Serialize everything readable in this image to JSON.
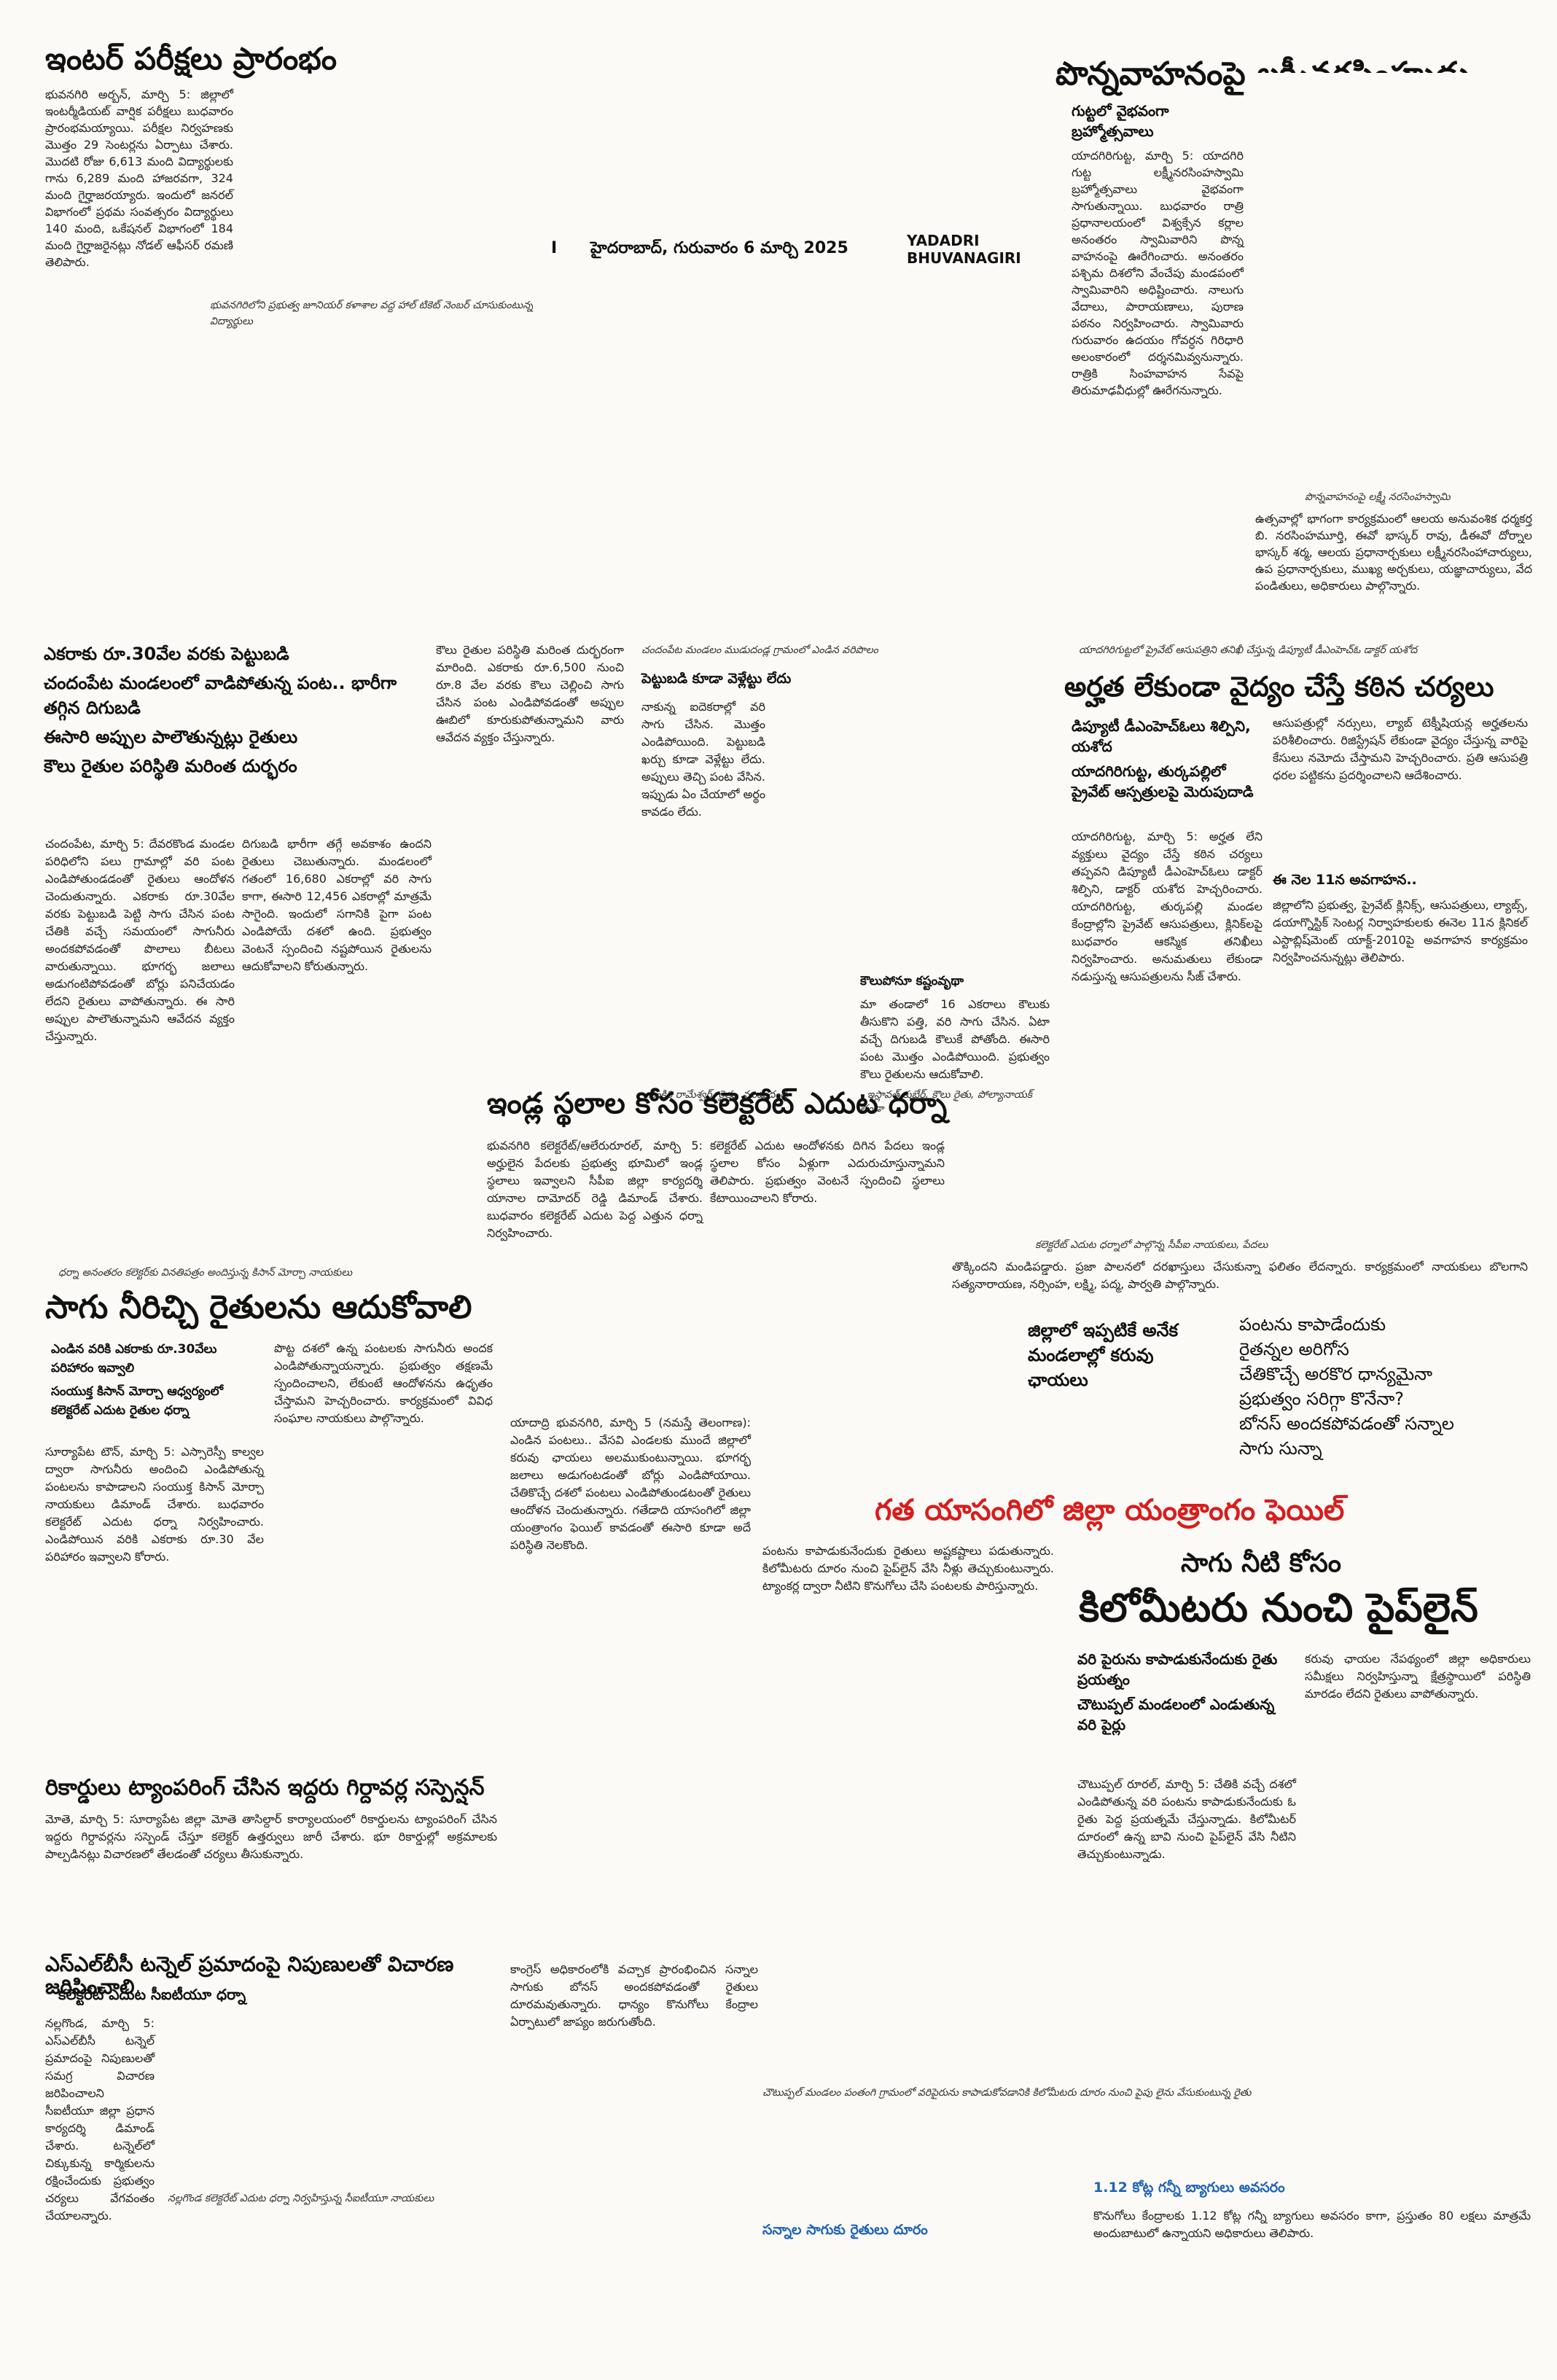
{
  "masthead": {
    "date_line": "హైదరాబాద్, గురువారం 6 మార్చి 2025",
    "district": "YADADRI BHUVANAGIRI",
    "page_marker": "I"
  },
  "inter": {
    "headline": "ఇంటర్ పరీక్షలు ప్రారంభం",
    "body": [
      "భువనగిరి అర్బన్, మార్చి 5: జిల్లాలో ఇంటర్మీడియట్ వార్షిక పరీక్షలు బుధవారం ప్రారంభమయ్యాయి. పరీక్షల నిర్వహణకు మొత్తం 29 సెంటర్లను ఏర్పాటు చేశారు. మొదటి రోజు 6,613 మంది విద్యార్థులకు గాను 6,289 మంది హాజరవగా, 324 మంది గైర్హాజరయ్యారు. ఇందులో జనరల్ విభాగంలో ప్రథమ సంవత్సరం విద్యార్థులు 140 మంది, ఒకేషనల్ విభాగంలో 184 మంది గైర్హాజరైనట్లు నోడల్ ఆఫీసర్ రమణి తెలిపారు."
    ],
    "caption": "భువనగిరిలోని ప్రభుత్వ జూనియర్ కళాశాల వద్ద హాల్ టికెట్ నెంబర్ చూసుకుంటున్న విద్యార్థులు"
  },
  "lakshmi": {
    "headline": "పొన్నవాహనంపై లక్ష్మీనరసింహుడు",
    "bullets": [
      "గుట్టలో వైభవంగా బ్రహ్మోత్సవాలు"
    ],
    "body_left": "యాదగిరిగుట్ట, మార్చి 5: యాదగిరి గుట్ట లక్ష్మీనరసింహస్వామి బ్రహ్మోత్సవాలు వైభవంగా సాగుతున్నాయి. బుధవారం రాత్రి ప్రధానాలయంలో విశ్వక్సేన కర్లాల అనంతరం స్వామివారిని పొన్న వాహనంపై ఊరేగించారు. అనంతరం పశ్చిమ దిశలోని వేంచేపు మండపంలో స్వామివారిని అధిష్టించారు. నాలుగు వేదాలు, పారాయణాలు, పురాణ పఠనం నిర్వహించారు. స్వామివారు గురువారం ఉదయం గోవర్ధన గిరిధారి అలంకారంలో దర్శనమివ్వనున్నారు. రాత్రికి సింహవాహన సేవపై తిరుమాఢవీధుల్లో ఊరేగనున్నారు.",
    "caption": "పొన్నవాహనంపై లక్ష్మీ నరసింహస్వామి",
    "body_right": "ఉత్సవాల్లో భాగంగా కార్యక్రమంలో ఆలయ అనువంశిక ధర్మకర్త బి. నరసింహమూర్తి, ఈవో భాస్కర్ రావు, డీఈవో దోర్నాల భాస్కర్ శర్మ, ఆలయ ప్రధానార్చకులు లక్ష్మీనరసింహాచార్యులు, ఉప ప్రధానార్చకులు, ముఖ్య అర్చకులు, యజ్ఞాచార్యులు, వేద పండితులు, అధికారులు పాల్గొన్నారు."
  },
  "farmers": {
    "bullets": [
      "ఎకరాకు రూ.30వేల వరకు పెట్టుబడి",
      "చందంపేట మండలంలో వాడిపోతున్న పంట.. భారీగా తగ్గిన దిగుబడి",
      "ఈసారి అప్పుల పాలౌతున్నట్లు రైతులు",
      "కౌలు రైతుల పరిస్థితి మరింత దుర్భరం"
    ],
    "body_a": "చందంపేట, మార్చి 5: దేవరకొండ మండల పరిధిలోని పలు గ్రామాల్లో వరి పంట ఎండిపోతుండడంతో రైతులు ఆందోళన చెందుతున్నారు. ఎకరాకు రూ.30వేల వరకు పెట్టుబడి పెట్టి సాగు చేసిన పంట చేతికి వచ్చే సమయంలో సాగునీరు అందకపోవడంతో పొలాలు బీటలు వారుతున్నాయి. భూగర్భ జలాలు అడుగంటిపోవడంతో బోర్లు పనిచేయడం లేదని రైతులు వాపోతున్నారు. ఈ సారి అప్పుల పాలౌతున్నామని ఆవేదన వ్యక్తం చేస్తున్నారు.",
    "body_b": "దిగుబడి భారీగా తగ్గే అవకాశం ఉందని రైతులు చెబుతున్నారు. మండలంలో గతంలో 16,680 ఎకరాల్లో వరి సాగు కాగా, ఈసారి 12,456 ఎకరాల్లో మాత్రమే సాగైంది. ఇందులో సగానికి పైగా పంట ఎండిపోయే దశలో ఉంది. ప్రభుత్వం వెంటనే స్పందించి నష్టపోయిన రైతులను ఆదుకోవాలని కోరుతున్నారు.",
    "body_c": "కౌలు రైతుల పరిస్థితి మరింత దుర్భరంగా మారింది. ఎకరాకు రూ.6,500 నుంచి రూ.8 వేల వరకు కౌలు చెల్లించి సాగు చేసిన పంట ఎండిపోవడంతో అప్పుల ఊబిలో కూరుకుపోతున్నామని వారు ఆవేదన వ్యక్తం చేస్తున్నారు.",
    "photo_caption": "చందంపేట మండలం ముడుదండ్ల గ్రామంలో ఎండిన వరిపొలం",
    "side_title": "పెట్టుబడి కూడా వెళ్లేట్టు లేదు",
    "side_body": "నాకున్న ఐదెకరాల్లో వరి సాగు చేసిన. మొత్తం ఎండిపోయింది. పెట్టుబడి ఖర్చు కూడా వెళ్లేట్టు లేదు. అప్పులు తెచ్చి పంట వేసిన. ఇప్పుడు ఏం చేయాలో అర్థం కావడం లేదు.",
    "side_caption": "- వంకిరి రామేశ్వర్, రైతు, ముడుదండ్ల",
    "side2_title": "కౌలుపోనూ కష్టంవృథా",
    "side2_body": "మా తండాలో 16 ఎకరాలు కౌలుకు తీసుకొని పత్తి, వరి సాగు చేసిన. ఏటా వచ్చే దిగుబడి కౌలుకే పోతోంది. ఈసారి పంట మొత్తం ఎండిపోయింది. ప్రభుత్వం కౌలు రైతులను ఆదుకోవాలి.",
    "side2_caption": "- ఇస్లావత్ కుబేర్, కౌలు రైతు, పోల్యానాయక్ తండా"
  },
  "medical": {
    "top_caption": "యాదగిరిగుట్టలో ప్రైవేట్ ఆసుపత్రిని తనిఖీ చేస్తున్న డిప్యూటీ డీఎంహెచ్ఓ డాక్టర్ యశోద",
    "headline": "అర్హత లేకుండా వైద్యం చేస్తే కఠిన చర్యలు",
    "bullets": [
      "డిప్యూటీ డీఎంహెచ్ఓలు శిల్పిని, యశోద",
      "యాదగిరిగుట్ట, తుర్కపల్లిలో ప్రైవేట్ ఆస్పత్రులపై మెరుపుదాడి"
    ],
    "body_a": "యాదగిరిగుట్ట, మార్చి 5: అర్హత లేని వ్యక్తులు వైద్యం చేస్తే కఠిన చర్యలు తప్పవని డిప్యూటీ డీఎంహెచ్ఓలు డాక్టర్ శిల్పిని, డాక్టర్ యశోద హెచ్చరించారు. యాదగిరిగుట్ట, తుర్కపల్లి మండల కేంద్రాల్లోని ప్రైవేట్ ఆసుపత్రులు, క్లినిక్‌లపై బుధవారం ఆకస్మిక తనిఖీలు నిర్వహించారు. అనుమతులు లేకుండా నడుస్తున్న ఆసుపత్రులను సీజ్ చేశారు.",
    "body_b": "ఆసుపత్రుల్లో నర్సులు, ల్యాబ్ టెక్నీషియన్ల అర్హతలను పరిశీలించారు. రిజిస్ట్రేషన్ లేకుండా వైద్యం చేస్తున్న వారిపై కేసులు నమోదు చేస్తామని హెచ్చరించారు. ప్రతి ఆసుపత్రి ధరల పట్టికను ప్రదర్శించాలని ఆదేశించారు.",
    "sub_title": "ఈ నెల 11న అవగాహన..",
    "body_c": "జిల్లాలోని ప్రభుత్వ, ప్రైవేట్ క్లినిక్స్, ఆసుపత్రులు, ల్యాబ్స్, డయాగ్నొస్టిక్ సెంటర్ల నిర్వాహకులకు ఈనెల 11న క్లినికల్ ఎస్టాబ్లిష్‌మెంట్ యాక్ట్-2010పై అవగాహన కార్యక్రమం నిర్వహించనున్నట్లు తెలిపారు."
  },
  "dharna": {
    "headline": "ఇండ్ల స్థలాల కోసం కలెక్టరేట్ ఎదుట ధర్నా",
    "body_a": "భువనగిరి కలెక్టరేట్/ఆలేరురూరల్, మార్చి 5: అర్హులైన పేదలకు ప్రభుత్వ భూమిలో ఇండ్ల స్థలాలు ఇవ్వాలని సీపీఐ జిల్లా కార్యదర్శి యానాల దామోదర్ రెడ్డి డిమాండ్ చేశారు. బుధవారం కలెక్టరేట్ ఎదుట పెద్ద ఎత్తున ధర్నా నిర్వహించారు.",
    "body_b": "కలెక్టరేట్ ఎదుట ఆందోళనకు దిగిన పేదలు ఇండ్ల స్థలాల కోసం ఏళ్లుగా ఎదురుచూస్తున్నామని తెలిపారు. ప్రభుత్వం వెంటనే స్పందించి స్థలాలు కేటాయించాలని కోరారు.",
    "caption": "కలెక్టరేట్ ఎదుట ధర్నాలో పాల్గొన్న సీపీఐ నాయకులు, పేదలు",
    "body_c": "తొక్కిందని మండిపడ్డారు. ప్రజా పాలనలో దరఖాస్తులు చేసుకున్నా ఫలితం లేదన్నారు. కార్యక్రమంలో నాయకులు బొలగాని సత్యనారాయణ, నర్సింహ, లక్ష్మి, పద్మ, పార్వతి పాల్గొన్నారు."
  },
  "irrigation": {
    "caption": "ధర్నా అనంతరం కలెక్టర్‌కు వినతిపత్రం అందిస్తున్న కిసాన్ మోర్చా నాయకులు",
    "headline": "సాగు నీరిచ్చి రైతులను ఆదుకోవాలి",
    "bullets": [
      "ఎండిన వరికి ఎకరాకు రూ.30వేలు పరిహారం ఇవ్వాలి",
      "సంయుక్త కిసాన్ మోర్చా ఆధ్వర్యంలో కలెక్టరేట్ ఎదుట రైతుల ధర్నా"
    ],
    "body_a": "సూర్యాపేట టౌన్, మార్చి 5: ఎస్సారెస్పీ కాల్వల ద్వారా సాగునీరు అందించి ఎండిపోతున్న పంటలను కాపాడాలని సంయుక్త కిసాన్ మోర్చా నాయకులు డిమాండ్ చేశారు. బుధవారం కలెక్టరేట్ ఎదుట ధర్నా నిర్వహించారు. ఎండిపోయిన వరికి ఎకరాకు రూ.30 వేల పరిహారం ఇవ్వాలని కోరారు.",
    "body_b": "పొట్ట దశలో ఉన్న పంటలకు సాగునీరు అందక ఎండిపోతున్నాయన్నారు. ప్రభుత్వం తక్షణమే స్పందించాలని, లేకుంటే ఆందోళనను ఉధృతం చేస్తామని హెచ్చరించారు. కార్యక్రమంలో వివిధ సంఘాల నాయకులు పాల్గొన్నారు."
  },
  "drought": {
    "heading_left": "జిల్లాలో ఇప్పటికే అనేక మండలాల్లో కరువు ఛాయలు",
    "heading_right_lines": [
      "పంటను కాపాడేందుకు",
      "రైతన్నల అరిగోస",
      "చేతికొచ్చే అరకొర ధాన్యమైనా",
      "ప్రభుత్వం సరిగ్గా కొనేనా?",
      "బోనస్ అందకపోవడంతో సన్నాల",
      "సాగు సున్నా"
    ],
    "red_banner": "గత యాసంగిలో జిల్లా యంత్రాంగం ఫెయిల్",
    "sub_headline": "సాగు నీటి కోసం",
    "headline": "కిలోమీటరు నుంచి పైప్‌లైన్",
    "bullets": [
      "వరి పైరును కాపాడుకునేందుకు రైతు ప్రయత్నం",
      "చౌటుప్పల్ మండలంలో ఎండుతున్న వరి పైర్లు"
    ],
    "body_a": "యాదాద్రి భువనగిరి, మార్చి 5 (నమస్తే తెలంగాణ): ఎండిన పంటలు.. వేసవి ఎండలకు ముందే జిల్లాలో కరువు ఛాయలు అలముకుంటున్నాయి. భూగర్భ జలాలు అడుగంటడంతో బోర్లు ఎండిపోయాయి. చేతికొచ్చే దశలో పంటలు ఎండిపోతుండటంతో రైతులు ఆందోళన చెందుతున్నారు. గతేడాది యాసంగిలో జిల్లా యంత్రాంగం ఫెయిల్ కావడంతో ఈసారి కూడా అదే పరిస్థితి నెలకొంది.",
    "body_b": "పంటను కాపాడుకునేందుకు రైతులు అష్టకష్టాలు పడుతున్నారు. కిలోమీటరు దూరం నుంచి పైప్‌లైన్ వేసి నీళ్లు తెచ్చుకుంటున్నారు. ట్యాంకర్ల ద్వారా నీటిని కొనుగోలు చేసి పంటలకు పారిస్తున్నారు.",
    "body_c": "చౌటుప్పల్ రూరల్, మార్చి 5: చేతికి వచ్చే దశలో ఎండిపోతున్న వరి పంటను కాపాడుకునేందుకు ఓ రైతు పెద్ద ప్రయత్నమే చేస్తున్నాడు. కిలోమీటర్ దూరంలో ఉన్న బావి నుంచి పైప్‌లైన్ వేసి నీటిని తెచ్చుకుంటున్నాడు.",
    "body_d": "కరువు ఛాయల నేపథ్యంలో జిల్లా అధికారులు సమీక్షలు నిర్వహిస్తున్నా క్షేత్రస్థాయిలో పరిస్థితి మారడం లేదని రైతులు వాపోతున్నారు.",
    "photo_caption": "చౌటుప్పల్ మండలం పంతంగి గ్రామంలో వరిపైరును కాపాడుకోవడానికి కిలోమీటరు దూరం నుంచి పైపు లైను వేసుకుంటున్న రైతు",
    "subhead_sannalu": "సన్నాల సాగుకు రైతులు దూరం",
    "subhead_bags": "1.12 కోట్ల గన్నీ బ్యాగులు అవసరం",
    "body_e": "కాంగ్రెస్ అధికారంలోకి వచ్చాక ప్రారంభించిన సన్నాల సాగుకు బోనస్ అందకపోవడంతో రైతులు దూరమవుతున్నారు. ధాన్యం కొనుగోలు కేంద్రాల ఏర్పాటులో జాప్యం జరుగుతోంది.",
    "body_f": "కొనుగోలు కేంద్రాలకు 1.12 కోట్ల గన్నీ బ్యాగులు అవసరం కాగా, ప్రస్తుతం 80 లక్షలు మాత్రమే అందుబాటులో ఉన్నాయని అధికారులు తెలిపారు."
  },
  "girdawar": {
    "headline": "రికార్డులు ట్యాంపరింగ్ చేసిన ఇద్దరు గిర్దావర్ల సస్పెన్షన్",
    "body": "మోతె, మార్చి 5: సూర్యాపేట జిల్లా మోతె తాసిల్దార్ కార్యాలయంలో రికార్డులను ట్యాంపరింగ్ చేసిన ఇద్దరు గిర్దావర్లను సస్పెండ్ చేస్తూ కలెక్టర్ ఉత్తర్వులు జారీ చేశారు. భూ రికార్డుల్లో అక్రమాలకు పాల్పడినట్లు విచారణలో తేలడంతో చర్యలు తీసుకున్నారు."
  },
  "slbc": {
    "headline": "ఎస్ఎల్‌బీసీ టన్నెల్ ప్రమాదంపై నిపుణులతో విచారణ జరిపించాలి",
    "bullets": [
      "కలెక్టరేట్ ఎదుట సీఐటీయూ ధర్నా"
    ],
    "body": "నల్లగొండ, మార్చి 5: ఎస్ఎల్‌బీసీ టన్నెల్ ప్రమాదంపై నిపుణులతో సమగ్ర విచారణ జరిపించాలని సీఐటీయూ జిల్లా ప్రధాన కార్యదర్శి డిమాండ్ చేశారు. టన్నెల్‌లో చిక్కుకున్న కార్మికులను రక్షించేందుకు ప్రభుత్వం చర్యలు వేగవంతం చేయాలన్నారు.",
    "caption": "నల్లగొండ కలెక్టరేట్ ఎదుట ధర్నా నిర్వహిస్తున్న సీఐటీయూ నాయకులు"
  }
}
